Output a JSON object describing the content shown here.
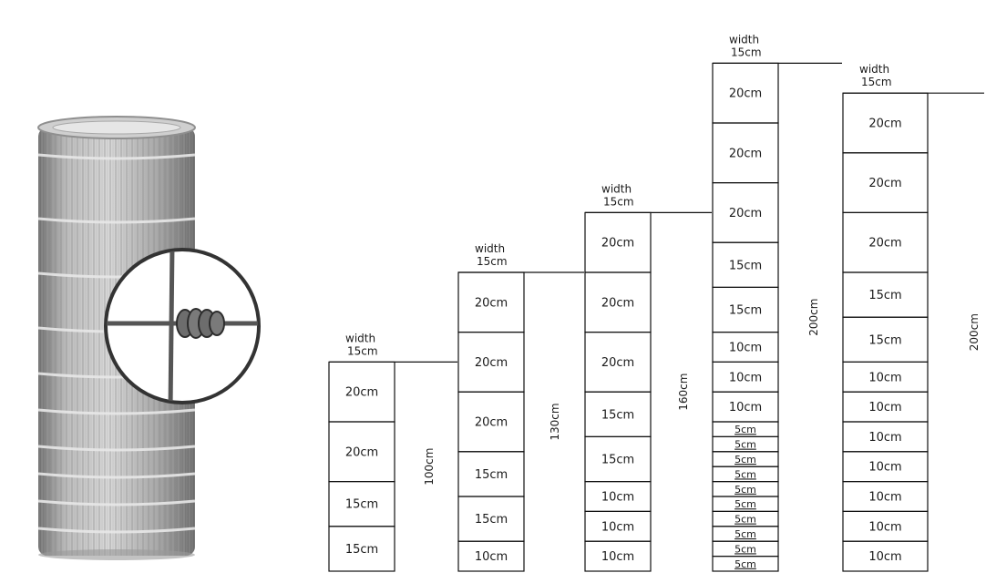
{
  "photo": {
    "subject": "galvanized-field-fence-roll",
    "inset": "hinge-joint-knot-closeup"
  },
  "charts": [
    {
      "width_caption": "width",
      "width_value": "15cm",
      "height_label": "100cm",
      "rows": [
        "20cm",
        "20cm",
        "15cm",
        "15cm"
      ]
    },
    {
      "width_caption": "width",
      "width_value": "15cm",
      "height_label": "130cm",
      "rows": [
        "20cm",
        "20cm",
        "20cm",
        "15cm",
        "15cm",
        "10cm"
      ]
    },
    {
      "width_caption": "width",
      "width_value": "15cm",
      "height_label": "160cm",
      "rows": [
        "20cm",
        "20cm",
        "20cm",
        "15cm",
        "15cm",
        "10cm",
        "10cm",
        "10cm"
      ]
    },
    {
      "width_caption": "width",
      "width_value": "15cm",
      "height_label": "200cm",
      "rows": [
        "20cm",
        "20cm",
        "20cm",
        "15cm",
        "15cm",
        "10cm",
        "10cm",
        "10cm",
        "5cm",
        "5cm",
        "5cm",
        "5cm",
        "5cm",
        "5cm",
        "5cm",
        "5cm",
        "5cm",
        "5cm"
      ]
    },
    {
      "width_caption": "width",
      "width_value": "15cm",
      "height_label": "200cm",
      "rows": [
        "20cm",
        "20cm",
        "20cm",
        "15cm",
        "15cm",
        "10cm",
        "10cm",
        "10cm",
        "10cm",
        "10cm",
        "10cm",
        "10cm"
      ]
    }
  ]
}
